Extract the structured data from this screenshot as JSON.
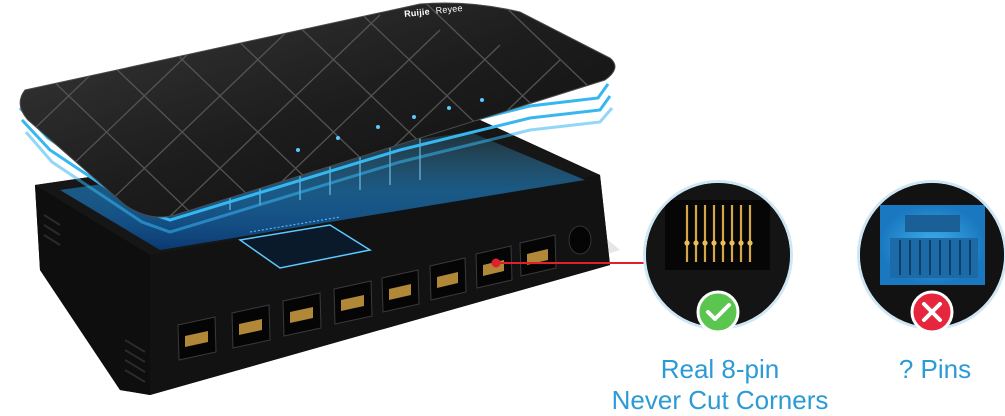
{
  "brand": {
    "primary": "Ruijie",
    "secondary": "Reyee"
  },
  "callouts": {
    "real": {
      "line1": "Real 8-pin",
      "line2": "Never Cut Corners"
    },
    "fake": {
      "line1": "?  Pins"
    }
  },
  "colors": {
    "caption": "#2b9bd6",
    "check_badge": "#5ac54f",
    "cross_badge": "#e6263c",
    "pointer": "#e0202a",
    "glow": "#37b7f0"
  },
  "icons": [
    "check-icon",
    "cross-icon"
  ]
}
